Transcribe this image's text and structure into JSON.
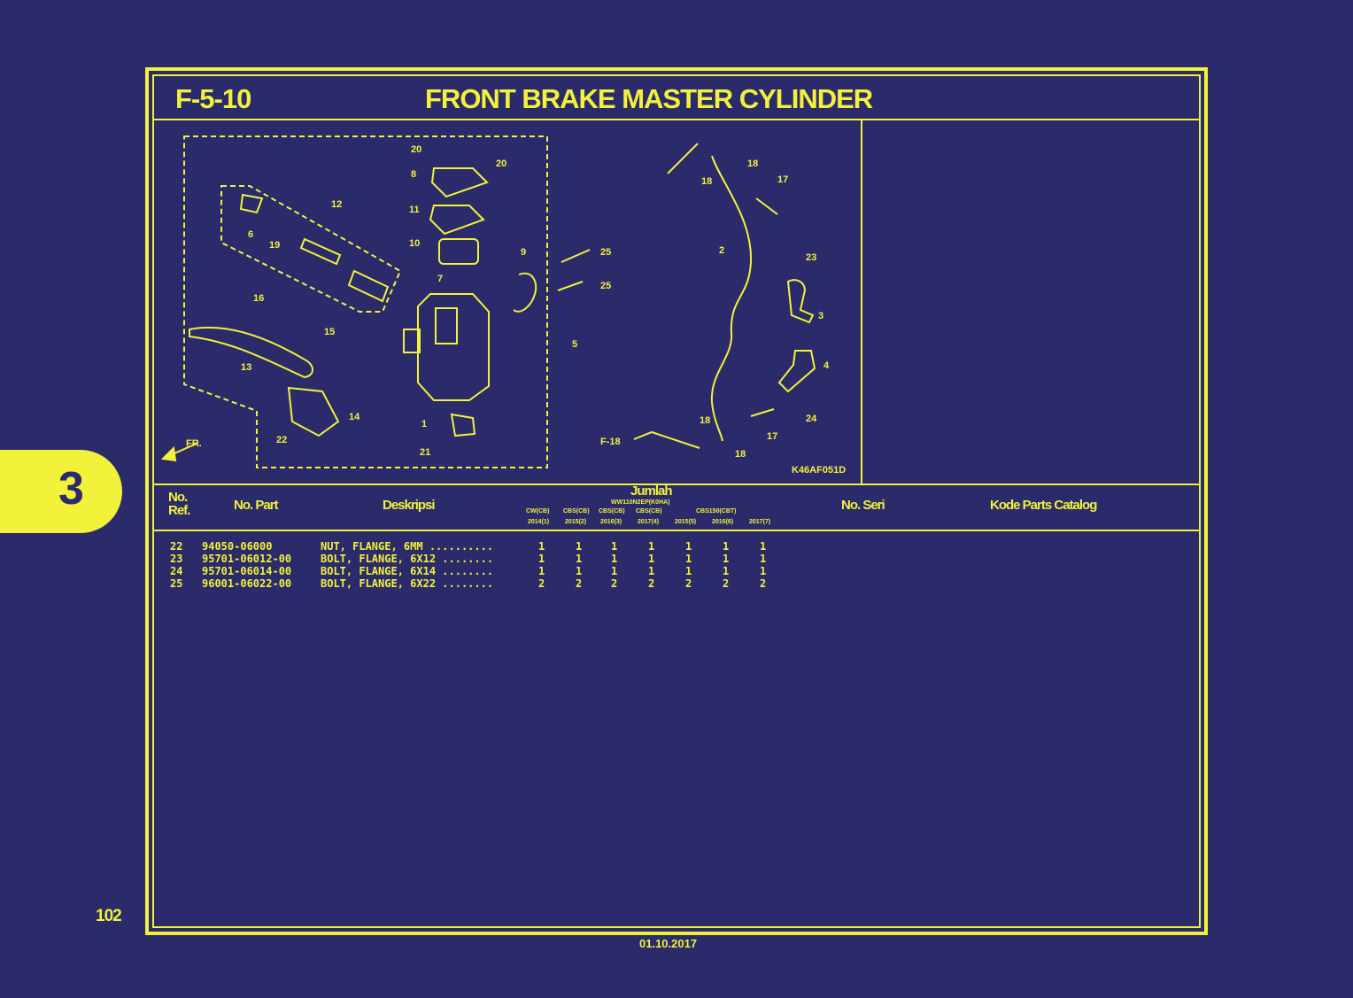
{
  "header": {
    "code": "F-5-10",
    "title": "FRONT BRAKE MASTER CYLINDER"
  },
  "section_tab": "3",
  "diagram": {
    "callouts": [
      "20",
      "8",
      "20",
      "11",
      "10",
      "7",
      "12",
      "6",
      "19",
      "9",
      "25",
      "25",
      "16",
      "15",
      "5",
      "13",
      "14",
      "1",
      "22",
      "21",
      "2",
      "18",
      "18",
      "17",
      "23",
      "3",
      "4",
      "24",
      "18",
      "17",
      "18"
    ],
    "cross_ref": "F-18",
    "front_arrow": "FR.",
    "drawing_code": "K46AF051D"
  },
  "columns": {
    "ref": "No. Ref.",
    "part": "No. Part",
    "desc": "Deskripsi",
    "qty": "Jumlah",
    "qty_model": "WW110N2EP(K0HA)",
    "qty_sub": [
      "CW(CB)",
      "CBS(CB)",
      "CBS(CB)",
      "CBS(CB)",
      "CBS150(CBT)"
    ],
    "qty_years": [
      "2014(1)",
      "2015(2)",
      "2016(3)",
      "2017(4)",
      "2015(5)",
      "2016(6)",
      "2017(7)"
    ],
    "seri": "No. Seri",
    "kode": "Kode Parts Catalog"
  },
  "rows": [
    {
      "ref": "22",
      "part": "94050-06000",
      "desc": "NUT, FLANGE, 6MM ..........",
      "qty": [
        "1",
        "1",
        "1",
        "1",
        "1",
        "1",
        "1"
      ]
    },
    {
      "ref": "23",
      "part": "95701-06012-00",
      "desc": "BOLT, FLANGE, 6X12 ........",
      "qty": [
        "1",
        "1",
        "1",
        "1",
        "1",
        "1",
        "1"
      ]
    },
    {
      "ref": "24",
      "part": "95701-06014-00",
      "desc": "BOLT, FLANGE, 6X14 ........",
      "qty": [
        "1",
        "1",
        "1",
        "1",
        "1",
        "1",
        "1"
      ]
    },
    {
      "ref": "25",
      "part": "96001-06022-00",
      "desc": "BOLT, FLANGE, 6X22 ........",
      "qty": [
        "2",
        "2",
        "2",
        "2",
        "2",
        "2",
        "2"
      ]
    }
  ],
  "footer": {
    "page": "102",
    "date": "01.10.2017"
  },
  "colors": {
    "background": "#2b2b6b",
    "ink": "#f2f23a"
  }
}
